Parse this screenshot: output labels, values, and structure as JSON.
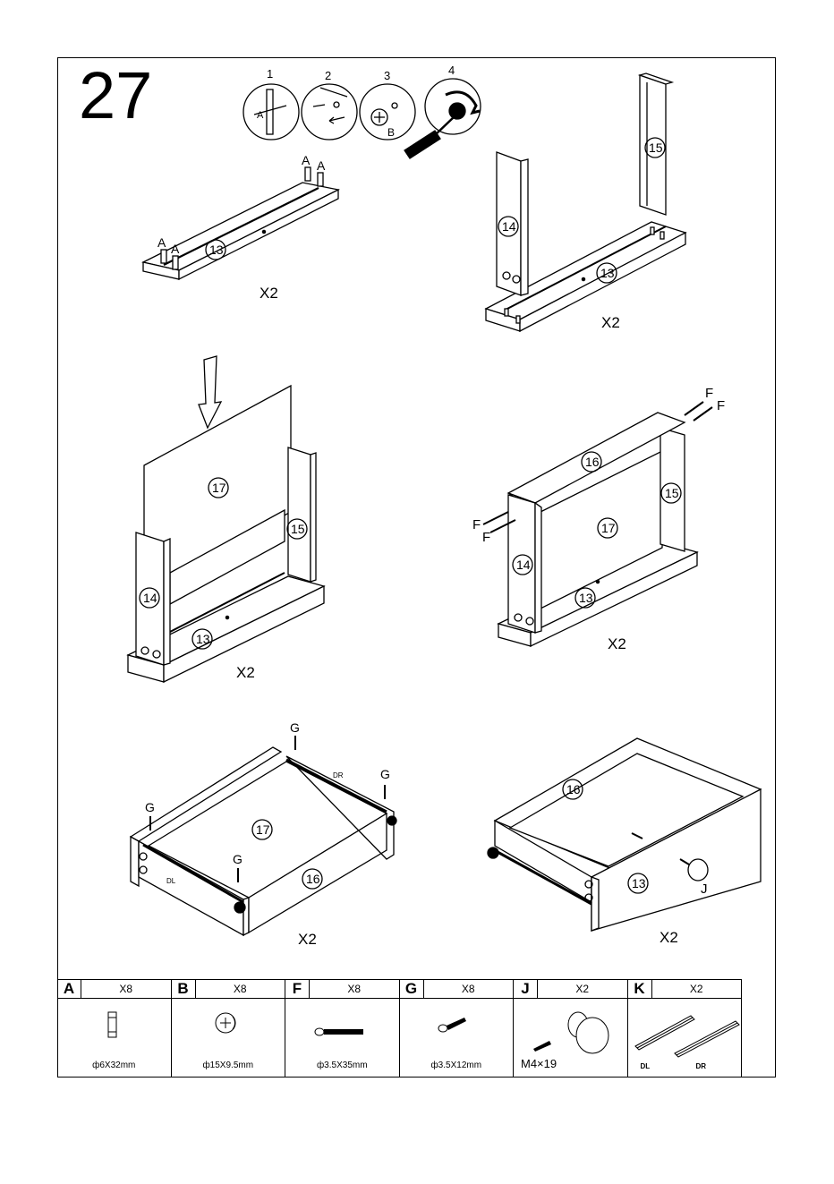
{
  "step": {
    "number": "27"
  },
  "inset_steps": [
    "1",
    "2",
    "3",
    "4"
  ],
  "inset_callouts": {
    "a": "A",
    "b": "B"
  },
  "panel1": {
    "part": "13",
    "hardware": "A",
    "qty": "X2"
  },
  "panel2": {
    "parts": [
      "14",
      "13",
      "15"
    ],
    "qty": "X2"
  },
  "panel3": {
    "parts": [
      "17",
      "15",
      "14",
      "13"
    ],
    "qty": "X2"
  },
  "panel4": {
    "parts": [
      "16",
      "15",
      "17",
      "14",
      "13"
    ],
    "hardware": "F",
    "qty": "X2"
  },
  "panel5": {
    "parts": [
      "17",
      "16"
    ],
    "hardware": "G",
    "rail_left": "DL",
    "rail_right": "DR",
    "qty": "X2"
  },
  "panel6": {
    "parts": [
      "16",
      "13"
    ],
    "hardware": "J",
    "qty": "X2"
  },
  "hardware_list": [
    {
      "letter": "A",
      "qty": "X8",
      "spec": "ф6X32mm"
    },
    {
      "letter": "B",
      "qty": "X8",
      "spec": "ф15X9.5mm"
    },
    {
      "letter": "F",
      "qty": "X8",
      "spec": "ф3.5X35mm"
    },
    {
      "letter": "G",
      "qty": "X8",
      "spec": "ф3.5X12mm"
    },
    {
      "letter": "J",
      "qty": "X2",
      "spec": "M4×19"
    },
    {
      "letter": "K",
      "qty": "X2",
      "spec": "",
      "rail_left": "DL",
      "rail_right": "DR"
    }
  ]
}
